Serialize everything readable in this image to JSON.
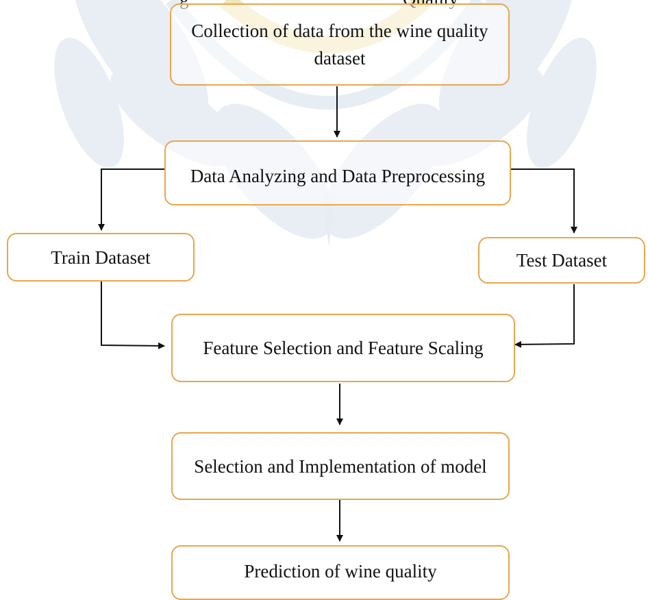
{
  "top_partial": {
    "left_text": "g",
    "right_text": "Quality"
  },
  "boxes": {
    "collection": "Collection of data from the wine quality dataset",
    "analyzing": "Data Analyzing and Data Preprocessing",
    "train": "Train Dataset",
    "test": "Test Dataset",
    "feature": "Feature Selection and Feature Scaling",
    "model": "Selection and Implementation of model",
    "prediction": "Prediction of wine quality"
  },
  "colors": {
    "box_border": "#e8a64c",
    "arrow": "#111111",
    "watermark_logo": "#f3e6b8",
    "watermark_leaves": "#e9eef5"
  }
}
